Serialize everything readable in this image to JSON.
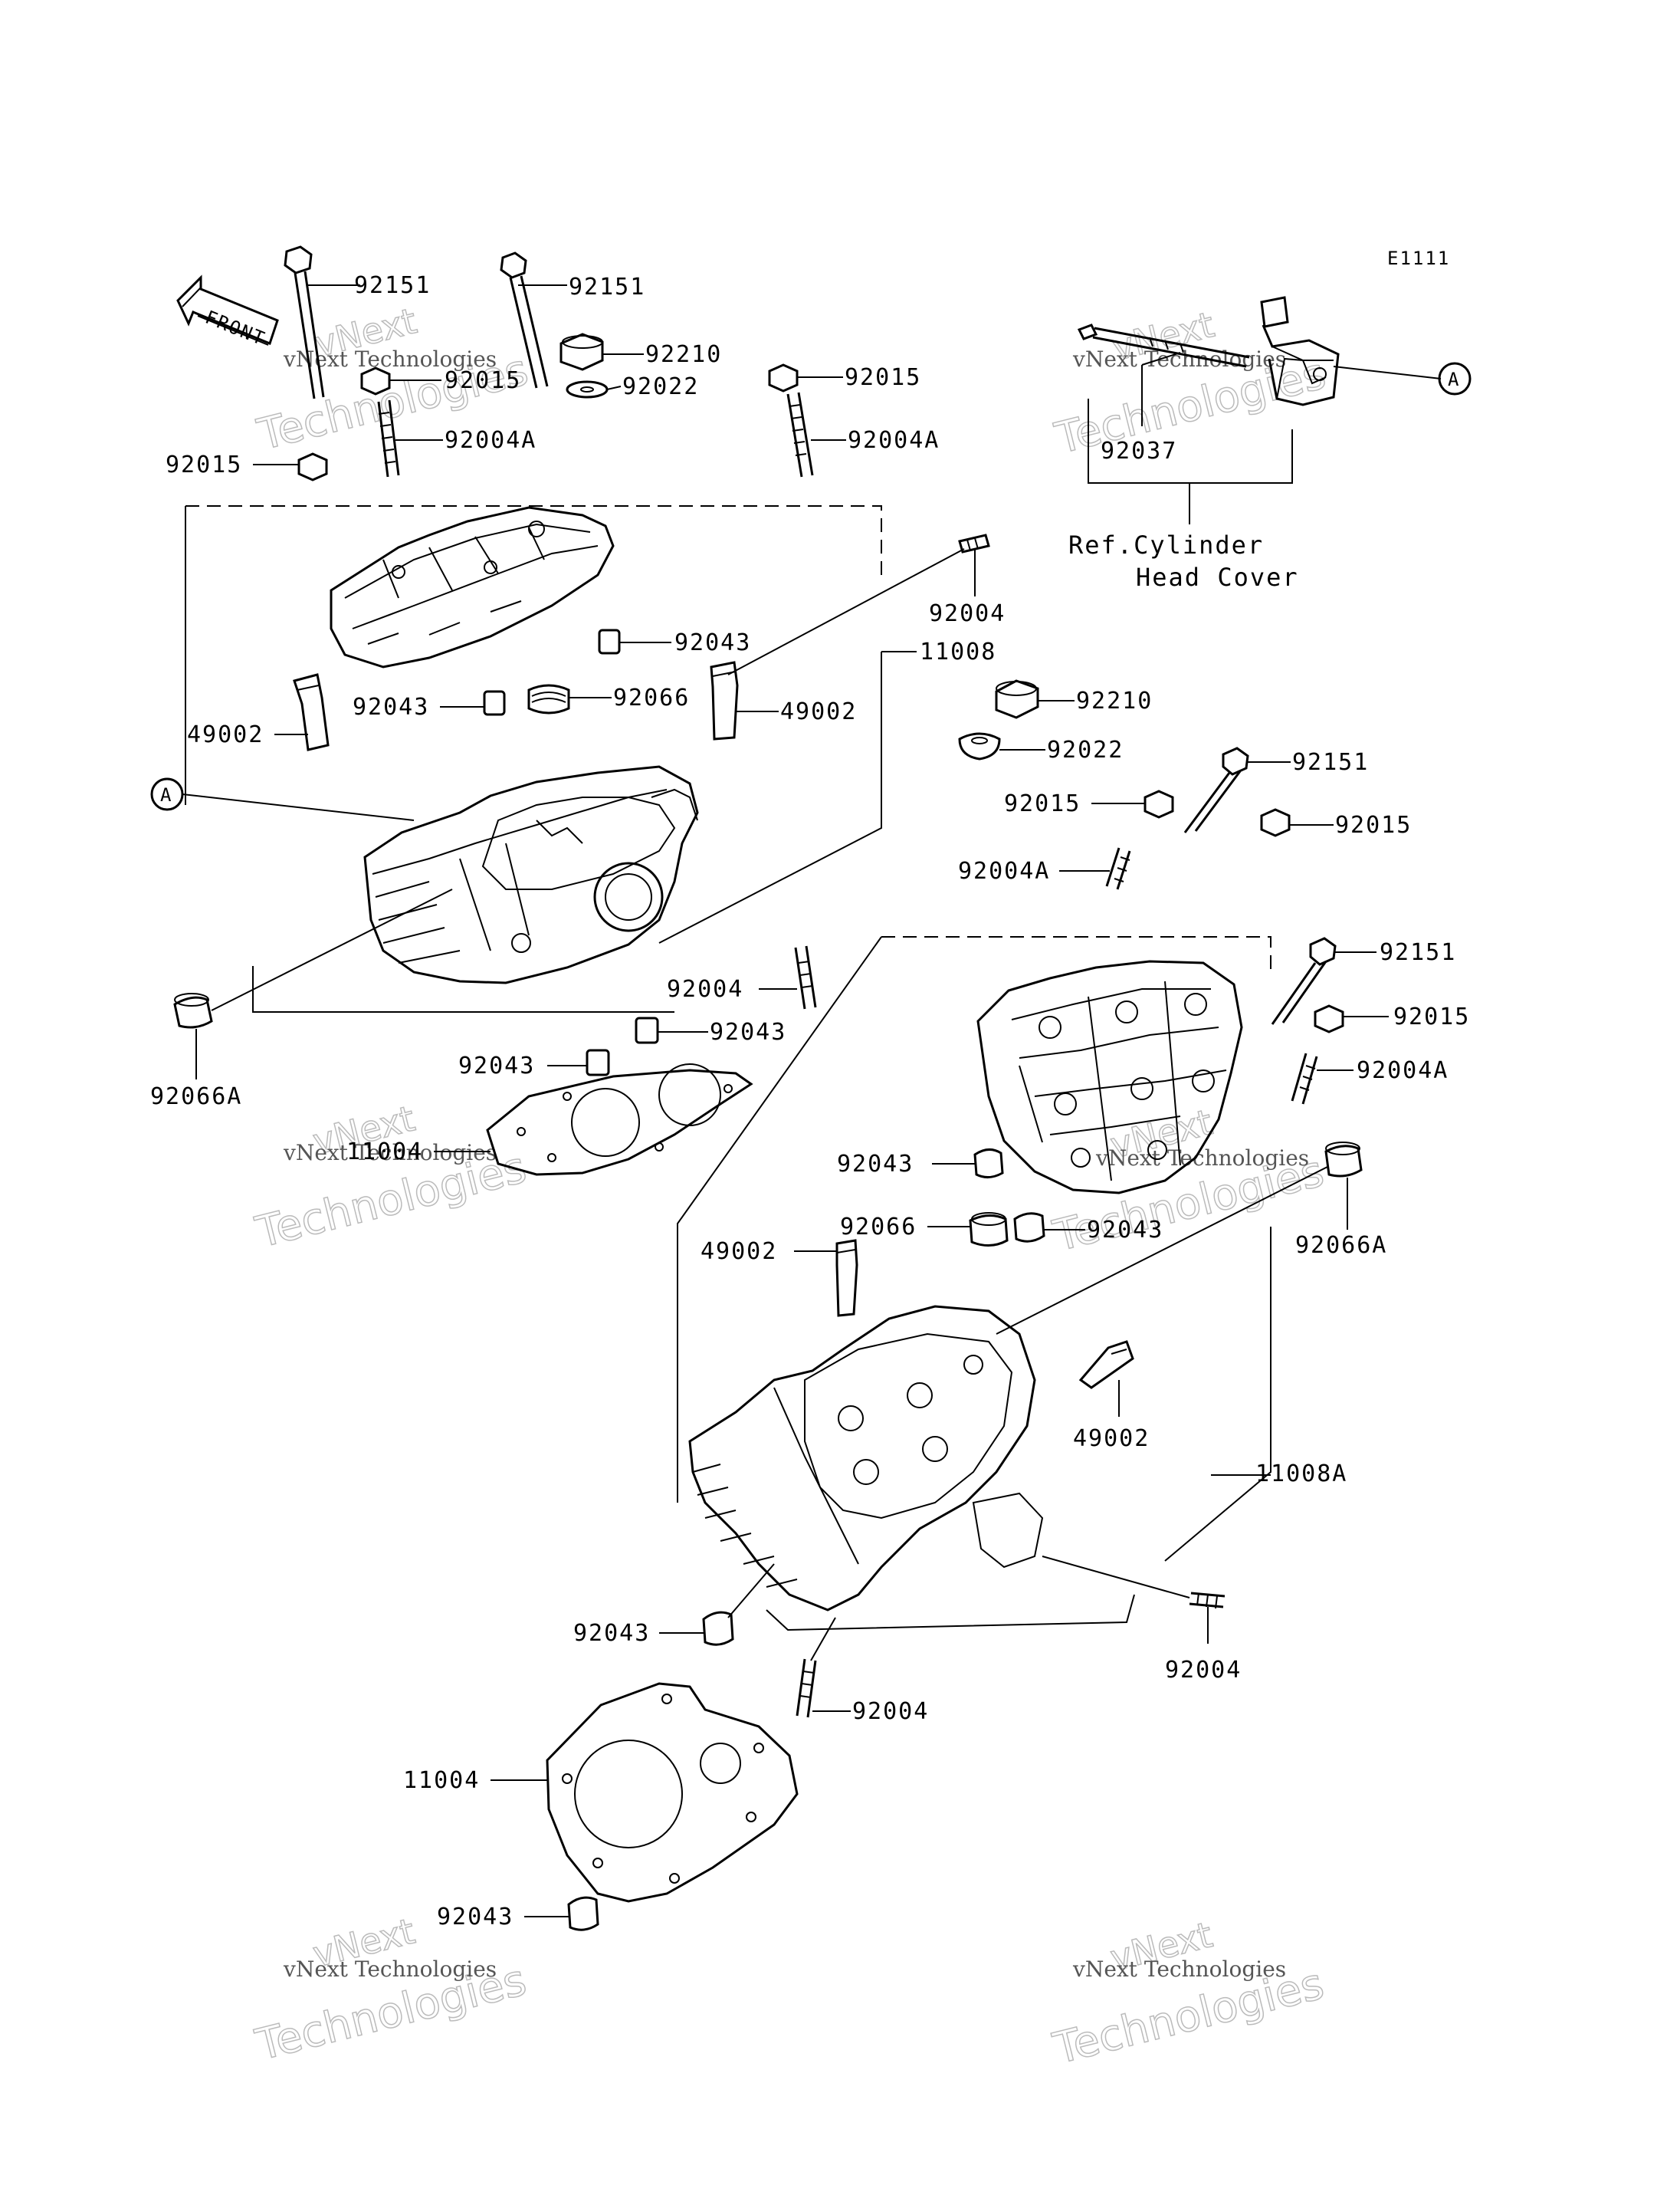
{
  "diagram_code": "E1111",
  "front_label": "FRONT",
  "callout_a": "A",
  "reference_lines": [
    "Ref.Cylinder",
    "Head Cover"
  ],
  "watermark": {
    "line1": "vNext Technologies",
    "line2": "Technologies",
    "line3": "vNext"
  },
  "labels": {
    "p92151_a": "92151",
    "p92151_b": "92151",
    "p92210_a": "92210",
    "p92015_a": "92015",
    "p92022_a": "92022",
    "p92015_b": "92015",
    "p92004A_a": "92004A",
    "p92004A_b": "92004A",
    "p92015_c": "92015",
    "p92004_a": "92004",
    "p11008": "11008",
    "p92043_a": "92043",
    "p92043_b": "92043",
    "p92066_a": "92066",
    "p49002_a": "49002",
    "p49002_b": "49002",
    "p92004_b": "92004",
    "p92043_c": "92043",
    "p92043_d": "92043",
    "p92066A_a": "92066A",
    "p11004_a": "11004",
    "p92037": "92037",
    "p92210_b": "92210",
    "p92022_b": "92022",
    "p92151_c": "92151",
    "p92015_d": "92015",
    "p92015_e": "92015",
    "p92004A_c": "92004A",
    "p92151_d": "92151",
    "p92015_f": "92015",
    "p92004A_d": "92004A",
    "p92043_e": "92043",
    "p92066A_b": "92066A",
    "p92066_b": "92066",
    "p92043_f": "92043",
    "p49002_c": "49002",
    "p49002_d": "49002",
    "p11008A": "11008A",
    "p92004_c": "92004",
    "p92043_g": "92043",
    "p92004_d": "92004",
    "p11004_b": "11004",
    "p92043_h": "92043"
  }
}
